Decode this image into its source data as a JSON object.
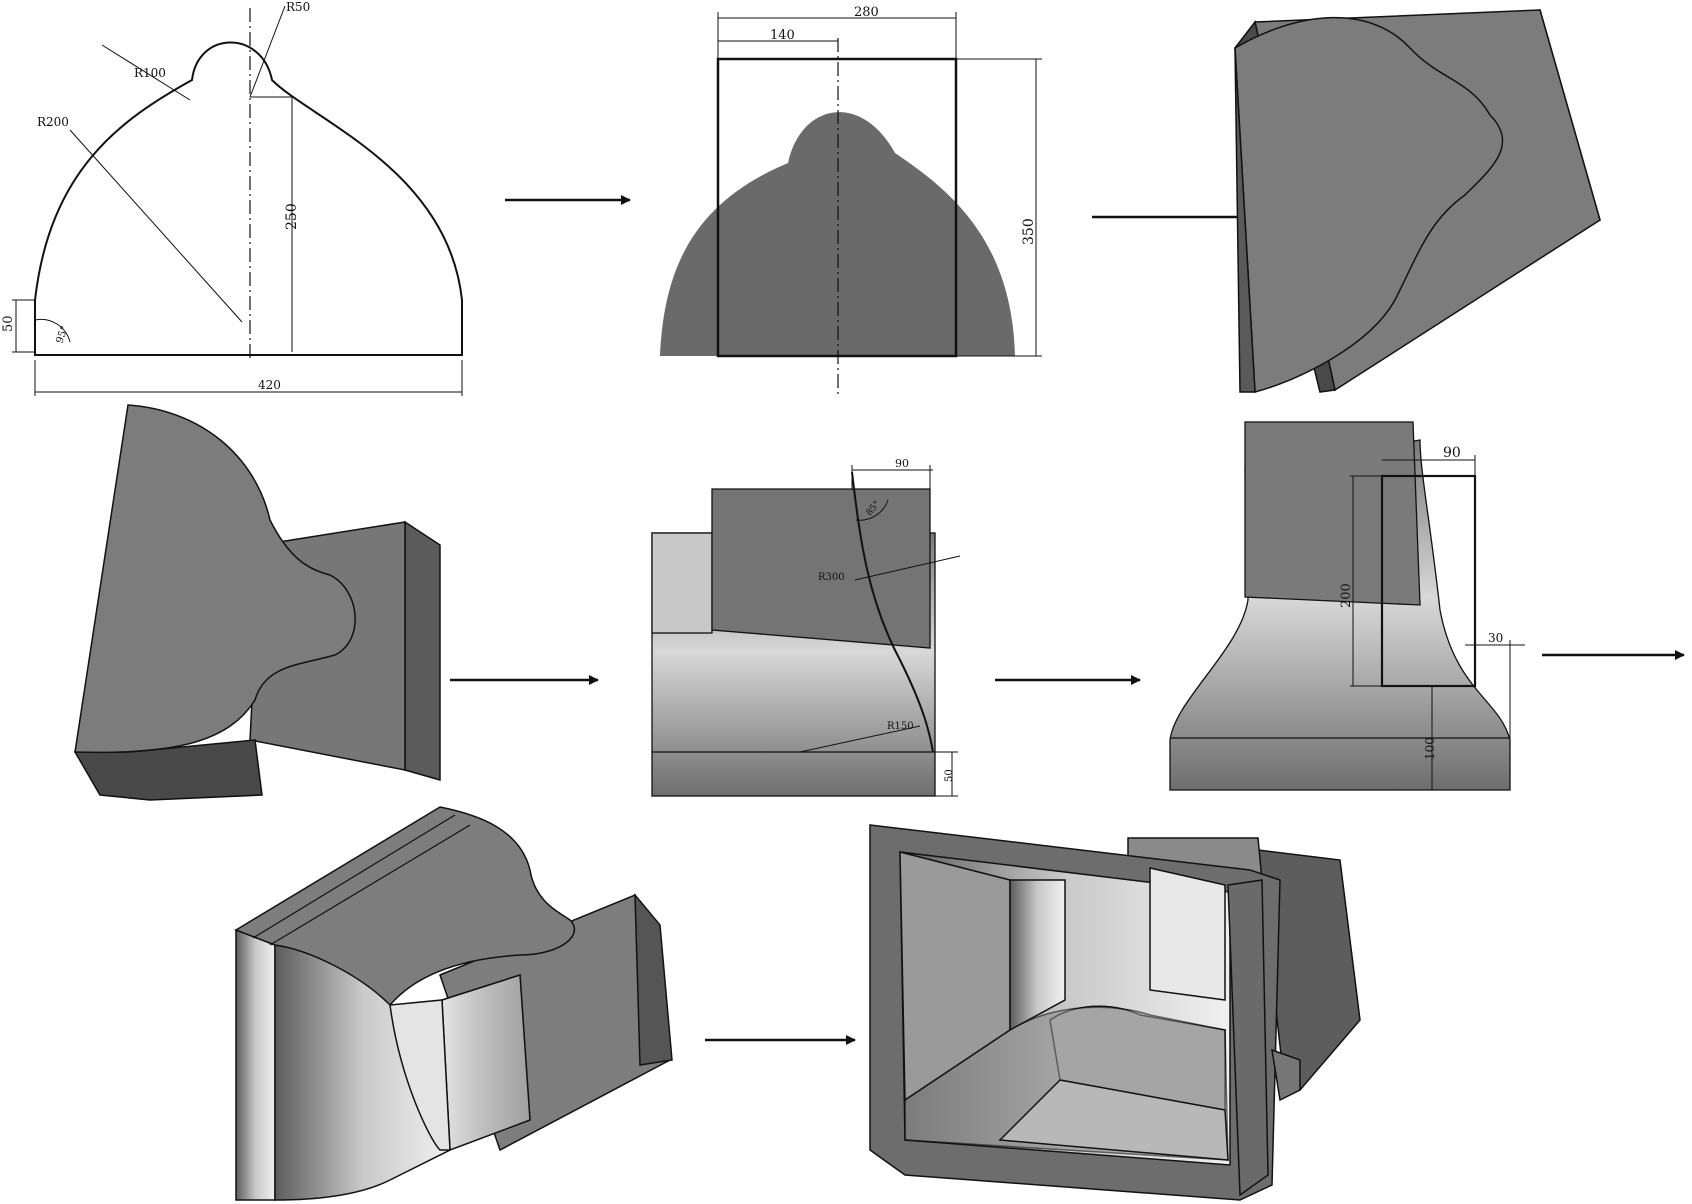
{
  "diagram": {
    "dims": {
      "sketch_r50": "R50",
      "sketch_r100": "R100",
      "sketch_r200": "R200",
      "sketch_h250": "250",
      "sketch_h50": "50",
      "sketch_angle": "95°",
      "sketch_w420": "420",
      "profile_w280": "280",
      "profile_w140": "140",
      "profile_h350": "350",
      "side_w90": "90",
      "side_angle": "85°",
      "side_r300": "R300",
      "side_r150": "R150",
      "side_h50": "50",
      "pocket_w90": "90",
      "pocket_h200": "200",
      "pocket_w30": "30",
      "pocket_h100": "100"
    },
    "colors": {
      "fill_dark": "#6a6a6a",
      "face_mid": "#828282",
      "face_dark": "#4a4a4a",
      "face_light": "#e2e2e2",
      "line": "#111111"
    }
  }
}
